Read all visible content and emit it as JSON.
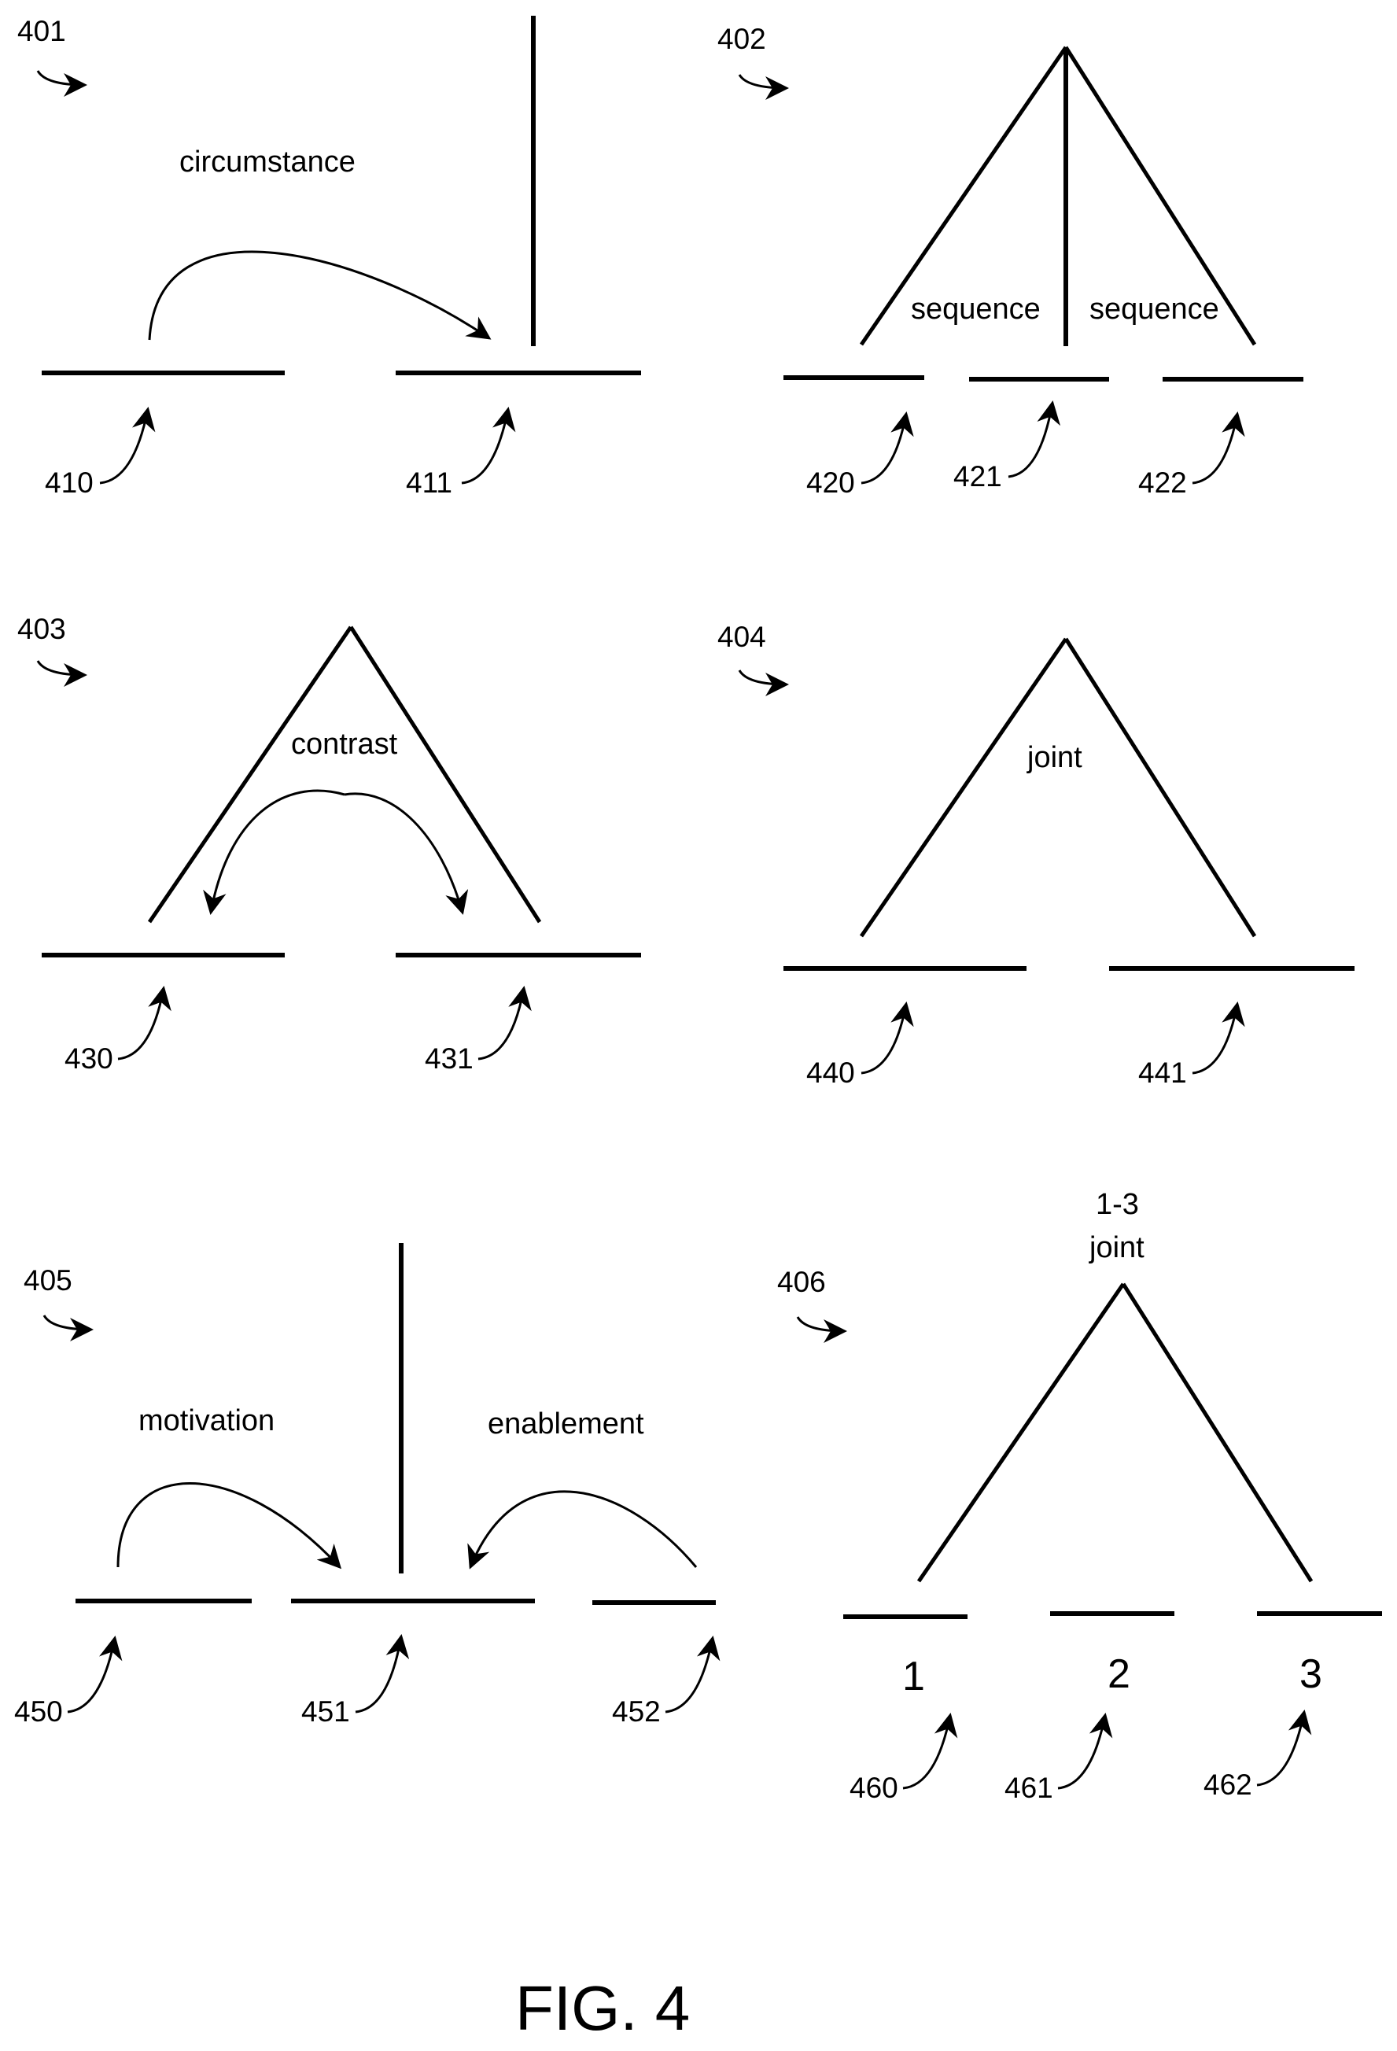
{
  "figure": {
    "caption": "FIG. 4"
  },
  "colors": {
    "ink": "#000000",
    "background": "#ffffff"
  },
  "diagrams": {
    "d401": {
      "ref": "401",
      "relation": "circumstance",
      "segments": [
        "410",
        "411"
      ]
    },
    "d402": {
      "ref": "402",
      "relation_left": "sequence",
      "relation_right": "sequence",
      "segments": [
        "420",
        "421",
        "422"
      ]
    },
    "d403": {
      "ref": "403",
      "relation": "contrast",
      "segments": [
        "430",
        "431"
      ]
    },
    "d404": {
      "ref": "404",
      "relation": "joint",
      "segments": [
        "440",
        "441"
      ]
    },
    "d405": {
      "ref": "405",
      "relation_left": "motivation",
      "relation_right": "enablement",
      "segments": [
        "450",
        "451",
        "452"
      ]
    },
    "d406": {
      "ref": "406",
      "span": "1-3",
      "relation": "joint",
      "unit_labels": [
        "1",
        "2",
        "3"
      ],
      "segments": [
        "460",
        "461",
        "462"
      ]
    }
  }
}
